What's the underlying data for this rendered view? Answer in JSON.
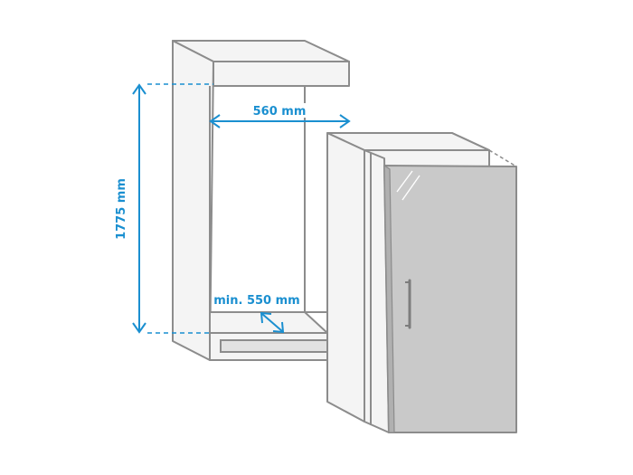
{
  "dimensions": {
    "height_label": "1775 mm",
    "width_label": "560 mm",
    "depth_label": "min. 550 mm"
  },
  "colors": {
    "dimension": "#1a8fd0",
    "outline": "#8c8c8c",
    "door": "#c9c9c9",
    "body": "#f4f4f4"
  }
}
